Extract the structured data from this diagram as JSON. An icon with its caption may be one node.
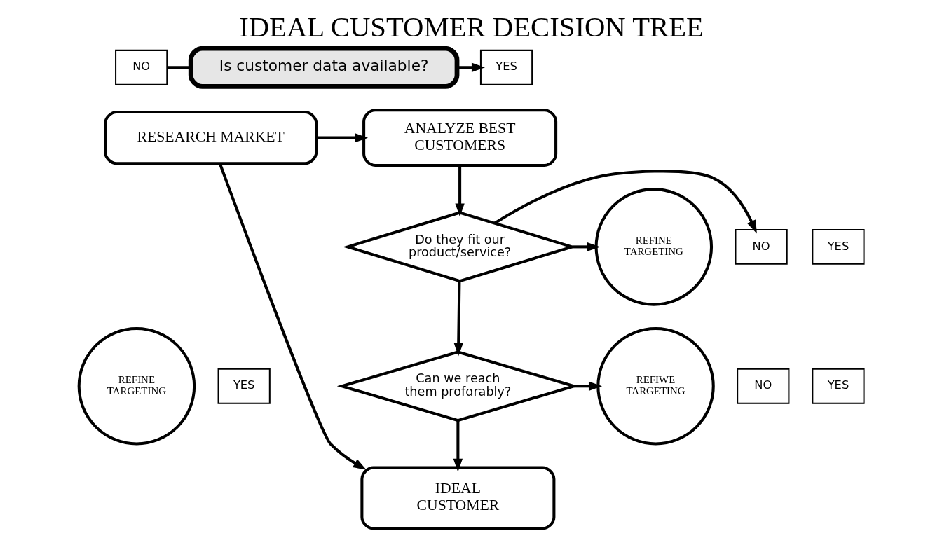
{
  "diagram": {
    "title": "IDEAL CUSTOMER DECISION TREE",
    "nodes": [
      {
        "text": [
          "NO"
        ]
      },
      {
        "text": [
          "Is customer data available?"
        ]
      },
      {
        "text": [
          "YES"
        ]
      },
      {
        "text": [
          "ANALYZE BEST CUSTOMERS"
        ]
      },
      {
        "text": [
          "RESEARCH MARKET"
        ]
      },
      {
        "text": [
          "NO"
        ]
      },
      {
        "text": [
          "Do they fit our product/service?"
        ]
      },
      {
        "text": [
          "REFINE TARGETING"
        ]
      },
      {
        "text": [
          "YES"
        ]
      },
      {
        "text": [
          "REFINE TARGETING"
        ]
      },
      {
        "text": [
          "YES"
        ]
      },
      {
        "text": [
          "Can we reach them profɑrably?"
        ]
      },
      {
        "text": [
          "REFIWE TARGETING"
        ]
      },
      {
        "text": [
          "NO"
        ]
      },
      {
        "text": [
          "YES"
        ]
      },
      {
        "text": [
          "IDEAL CUSTOMER"
        ]
      }
    ],
    "edges": [
      {
        "from": 0,
        "to": 1,
        "arrow": "none"
      },
      {
        "from": 1,
        "to": 2,
        "arrow": "to"
      },
      {
        "from": 4,
        "to": 3,
        "arrow": "to"
      },
      {
        "from": 4,
        "to": 15,
        "arrow": "to"
      },
      {
        "from": 3,
        "to": 6,
        "arrow": "to"
      },
      {
        "from": 6,
        "to": 5,
        "arrow": "to"
      },
      {
        "from": 6,
        "to": 7,
        "arrow": "to"
      },
      {
        "from": 6,
        "to": 11,
        "arrow": "to"
      },
      {
        "from": 11,
        "to": 12,
        "arrow": "to"
      },
      {
        "from": 11,
        "to": 15,
        "arrow": "to"
      }
    ]
  }
}
